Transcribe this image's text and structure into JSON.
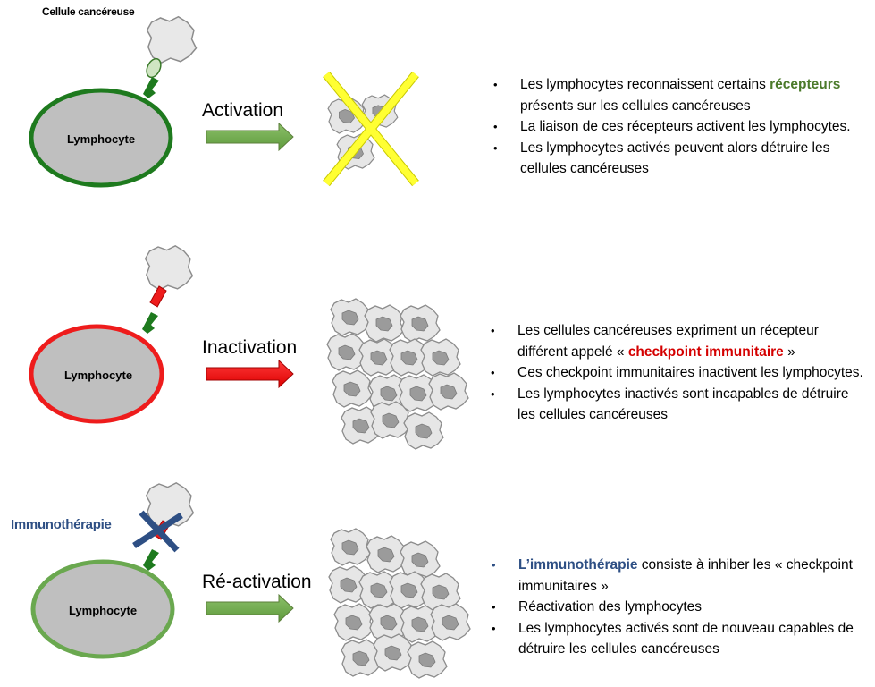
{
  "colors": {
    "green_dark": "#1e7a1e",
    "green_light": "#6aa84f",
    "red": "#ee1c1c",
    "yellow": "#ffff33",
    "blue": "#2e4f84",
    "cell_gray": "#c8c8c8",
    "cell_fill": "#e8e8e8"
  },
  "labels": {
    "cancer_cell": "Cellule cancéreuse",
    "immunotherapy": "Immunothérapie"
  },
  "rows": [
    {
      "lymphocyte": "Lymphocyte",
      "step": "Activation",
      "arrow_color": "green",
      "bullets": [
        {
          "pre": "Les lymphocytes reconnaissent certains ",
          "hl": "récepteurs",
          "post": " présents sur les cellules cancéreuses"
        },
        {
          "pre": "La liaison de ces récepteurs activent les lymphocytes.",
          "hl": "",
          "post": ""
        },
        {
          "pre": "Les lymphocytes activés peuvent alors détruire les cellules cancéreuses",
          "hl": "",
          "post": ""
        }
      ]
    },
    {
      "lymphocyte": "Lymphocyte",
      "step": "Inactivation",
      "arrow_color": "red",
      "bullets": [
        {
          "pre": "Les cellules cancéreuses expriment un récepteur différent appelé « ",
          "hl": "checkpoint immunitaire",
          "post": " »"
        },
        {
          "pre": "Ces checkpoint immunitaires inactivent les lymphocytes.",
          "hl": "",
          "post": ""
        },
        {
          "pre": "Les lymphocytes inactivés sont incapables de détruire les cellules cancéreuses",
          "hl": "",
          "post": ""
        }
      ]
    },
    {
      "lymphocyte": "Lymphocyte",
      "step": "Ré-activation",
      "arrow_color": "green",
      "bullets": [
        {
          "pre": "",
          "hl": "L’immunothérapie",
          "post": " consiste à inhiber les « checkpoint immunitaires »"
        },
        {
          "pre": "Réactivation des lymphocytes",
          "hl": "",
          "post": ""
        },
        {
          "pre": "Les lymphocytes activés sont de nouveau capables de détruire les cellules cancéreuses",
          "hl": "",
          "post": ""
        }
      ]
    }
  ],
  "bullet_glyph": "•"
}
